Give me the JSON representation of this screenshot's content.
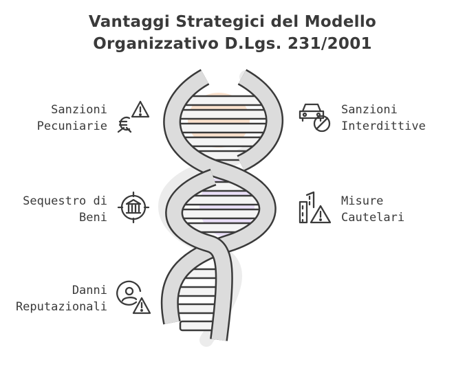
{
  "title": {
    "line1": "Vantaggi Strategici del Modello",
    "line2": "Organizzativo D.Lgs. 231/2001"
  },
  "items": [
    {
      "side": "left",
      "lines": [
        "Sanzioni",
        "Pecuniarie"
      ],
      "icon": "euro-warning-icon"
    },
    {
      "side": "right",
      "lines": [
        "Sanzioni",
        "Interdittive"
      ],
      "icon": "car-prohibited-icon"
    },
    {
      "side": "left",
      "lines": [
        "Sequestro di",
        "Beni"
      ],
      "icon": "bank-target-icon"
    },
    {
      "side": "right",
      "lines": [
        "Misure",
        "Cautelari"
      ],
      "icon": "building-warning-icon"
    },
    {
      "side": "left",
      "lines": [
        "Danni",
        "Reputazionali"
      ],
      "icon": "person-warning-icon"
    }
  ],
  "colors": {
    "stroke": "#3a3a3a",
    "strand": "#dcdcdc",
    "rung": "#f4f4f4",
    "accent_orange": "#f6c9a4",
    "accent_purple": "#d9c4f2"
  }
}
